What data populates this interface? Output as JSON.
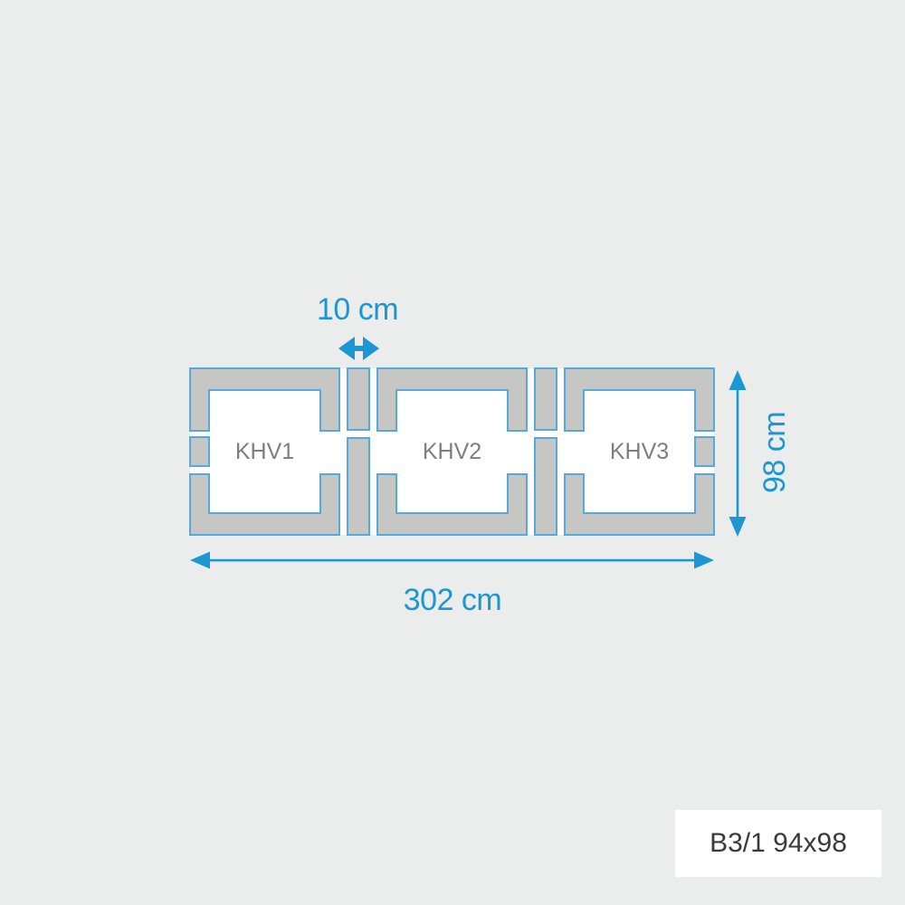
{
  "colors": {
    "background": "#ebecec",
    "part_fill": "#c6c7c5",
    "part_outline": "#56aada",
    "dimension_blue": "#1b97d4",
    "frame_label_gray": "#7d7e7e",
    "product_label_text": "#3a3a3a",
    "product_label_bg": "#ffffff"
  },
  "diagram": {
    "frames": [
      {
        "label": "KHV1"
      },
      {
        "label": "KHV2"
      },
      {
        "label": "KHV3"
      }
    ],
    "dimensions": {
      "gap": "10 cm",
      "width": "302 cm",
      "height": "98 cm"
    },
    "product_label": "B3/1 94x98"
  }
}
